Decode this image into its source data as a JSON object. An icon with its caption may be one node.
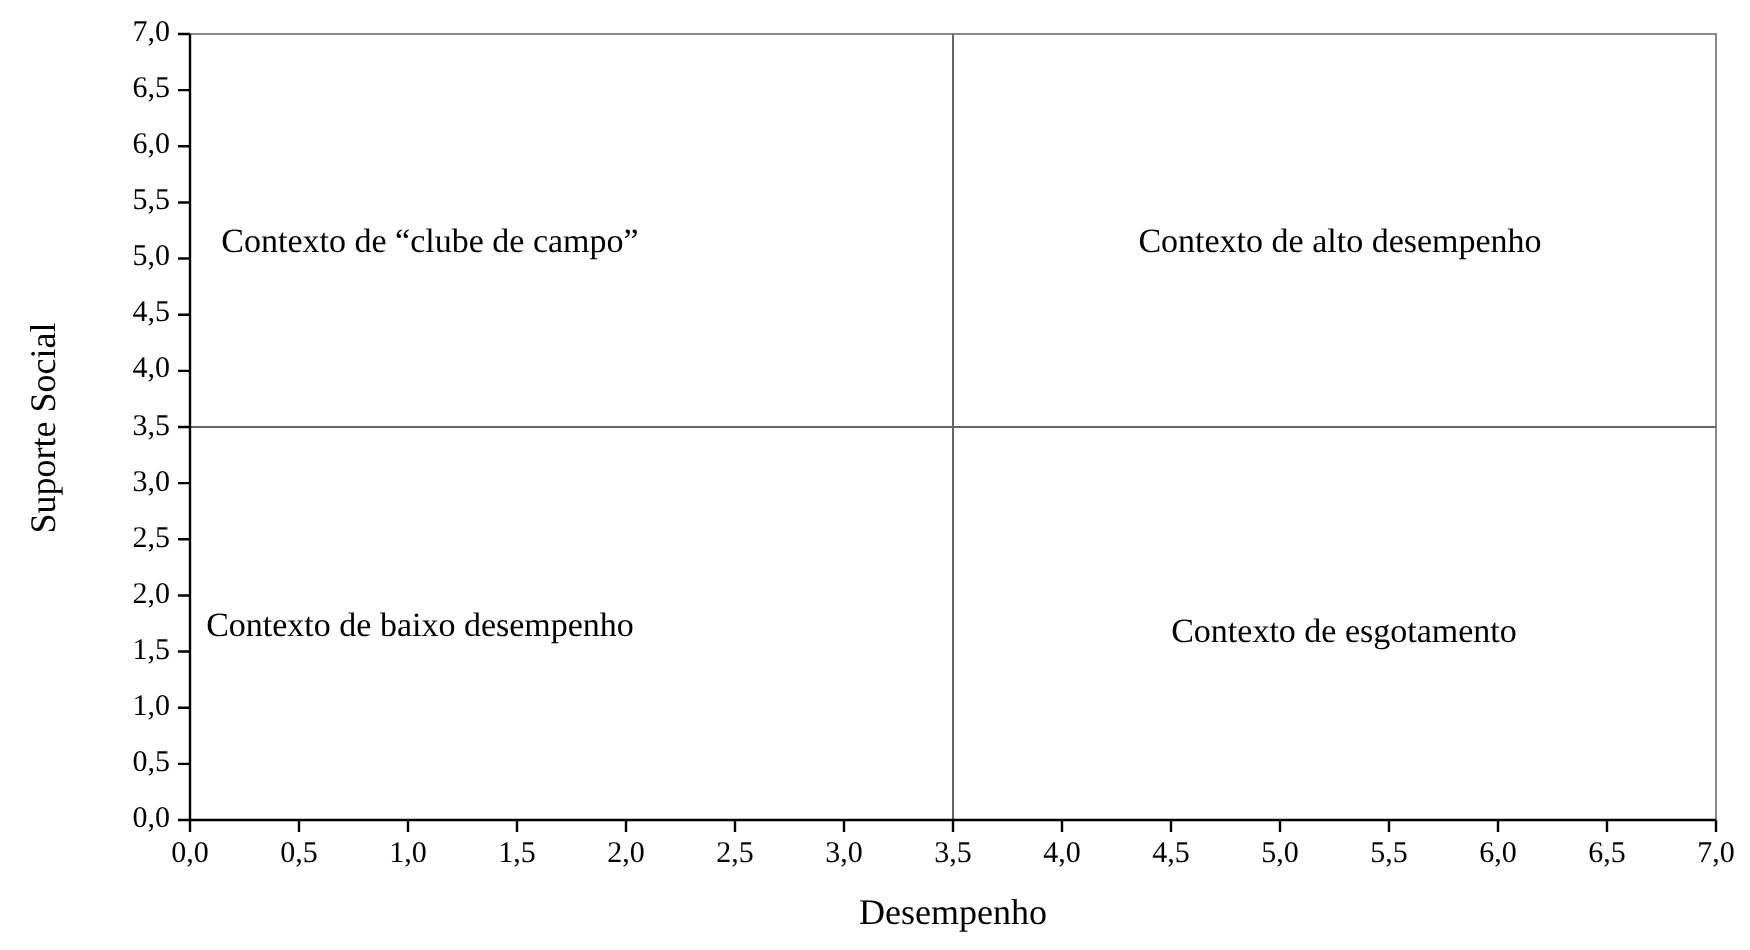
{
  "diagram": {
    "labels": [
      "Contexto de “clube de campo”",
      "Contexto de alto desempenho",
      "Contexto de baixo desempenho",
      "Contexto de esgotamento"
    ],
    "chart_data": {
      "type": "scatter",
      "xlabel": "Desempenho",
      "ylabel": "Suporte Social",
      "xlim": [
        0,
        7
      ],
      "ylim": [
        0,
        7
      ],
      "xticks": [
        {
          "value": 0,
          "label": "0,0"
        },
        {
          "value": 0.5,
          "label": "0,5"
        },
        {
          "value": 1,
          "label": "1,0"
        },
        {
          "value": 1.5,
          "label": "1,5"
        },
        {
          "value": 2,
          "label": "2,0"
        },
        {
          "value": 2.5,
          "label": "2,5"
        },
        {
          "value": 3,
          "label": "3,0"
        },
        {
          "value": 3.5,
          "label": "3,5"
        },
        {
          "value": 4,
          "label": "4,0"
        },
        {
          "value": 4.5,
          "label": "4,5"
        },
        {
          "value": 5,
          "label": "5,0"
        },
        {
          "value": 5.5,
          "label": "5,5"
        },
        {
          "value": 6,
          "label": "6,0"
        },
        {
          "value": 6.5,
          "label": "6,5"
        },
        {
          "value": 7,
          "label": "7,0"
        }
      ],
      "yticks": [
        {
          "value": 0,
          "label": "0,0"
        },
        {
          "value": 0.5,
          "label": "0,5"
        },
        {
          "value": 1,
          "label": "1,0"
        },
        {
          "value": 1.5,
          "label": "1,5"
        },
        {
          "value": 2,
          "label": "2,0"
        },
        {
          "value": 2.5,
          "label": "2,5"
        },
        {
          "value": 3,
          "label": "3,0"
        },
        {
          "value": 3.5,
          "label": "3,5"
        },
        {
          "value": 4,
          "label": "4,0"
        },
        {
          "value": 4.5,
          "label": "4,5"
        },
        {
          "value": 5,
          "label": "5,0"
        },
        {
          "value": 5.5,
          "label": "5,5"
        },
        {
          "value": 6,
          "label": "6,0"
        },
        {
          "value": 6.5,
          "label": "6,5"
        },
        {
          "value": 7,
          "label": "7,0"
        }
      ]
    }
  }
}
